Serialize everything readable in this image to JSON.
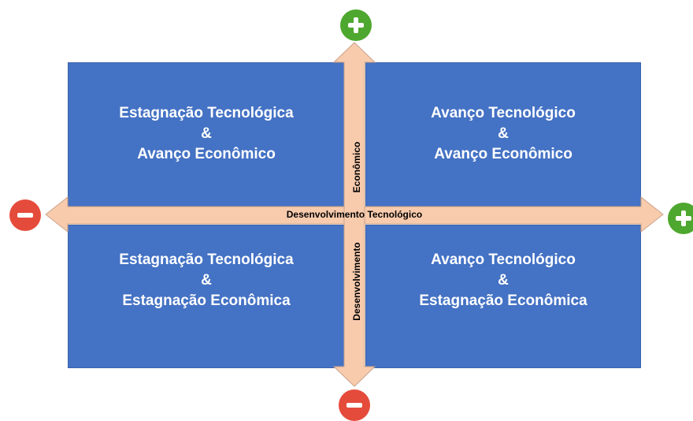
{
  "quadrants": {
    "top_left": {
      "line1": "Estagnação Tecnológica",
      "line2": "&",
      "line3": "Avanço Econômico"
    },
    "top_right": {
      "line1": "Avanço Tecnológico",
      "line2": "&",
      "line3": "Avanço Econômico"
    },
    "bottom_left": {
      "line1": "Estagnação Tecnológica",
      "line2": "&",
      "line3": "Estagnação Econômica"
    },
    "bottom_right": {
      "line1": "Avanço Tecnológico",
      "line2": "&",
      "line3": "Estagnação Econômica"
    }
  },
  "axes": {
    "horizontal_label": "Desenvolvimento Tecnológico",
    "vertical_label_upper": "Econômico",
    "vertical_label_lower": "Desenvolvimento"
  },
  "signs": {
    "top": "plus",
    "right": "plus",
    "left": "minus",
    "bottom": "minus"
  },
  "colors": {
    "quadrant_fill": "#4472C4",
    "axis_fill": "#F8CBAD",
    "plus": "#4EA72E",
    "minus": "#E54B3B"
  }
}
